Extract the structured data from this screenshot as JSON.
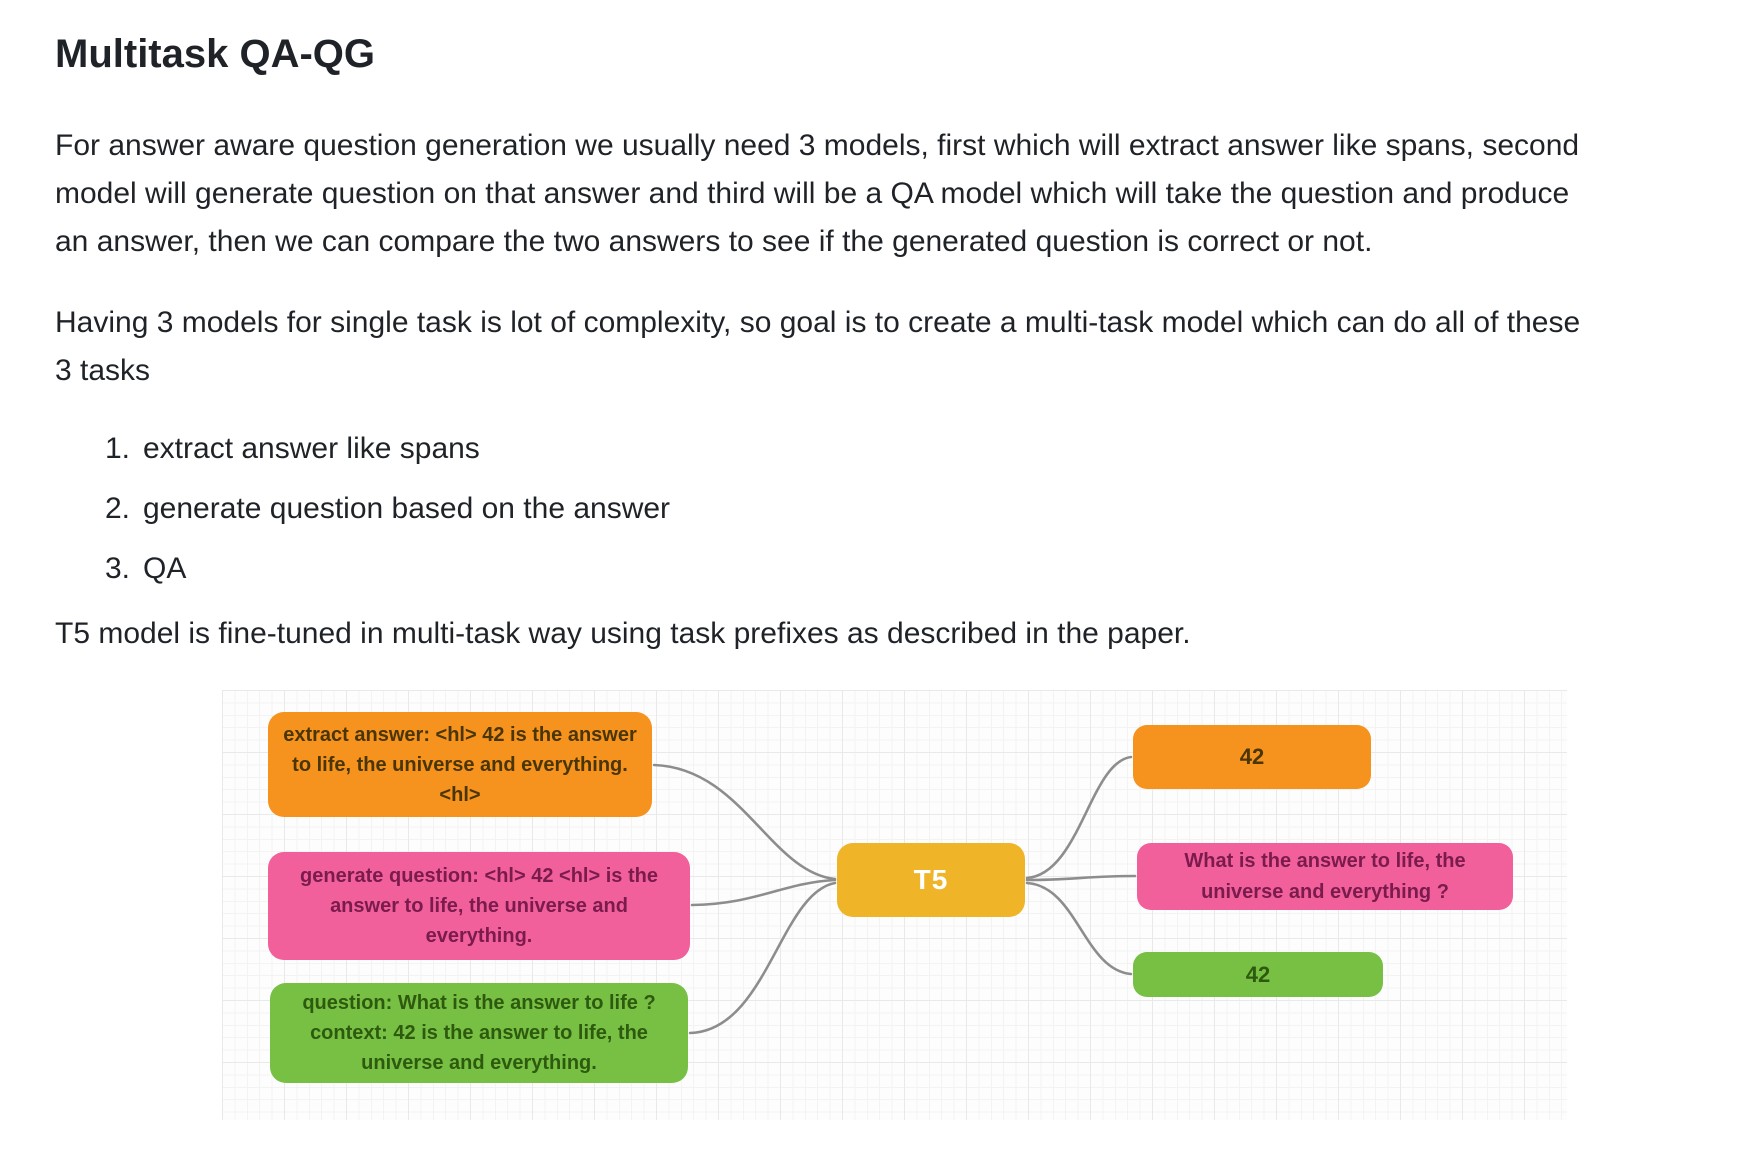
{
  "document": {
    "heading": "Multitask QA-QG",
    "paragraph1": "For answer aware question generation we usually need 3 models, first which will extract answer like spans, second model will generate question on that answer and third will be a QA model which will take the question and produce an answer, then we can compare the two answers to see if the generated question is correct or not.",
    "paragraph2": "Having 3 models for single task is lot of complexity, so goal is to create a multi-task model which can do all of these 3 tasks",
    "list_items": [
      {
        "marker": "1.",
        "label": "extract answer like spans"
      },
      {
        "marker": "2.",
        "label": "generate question based on the answer"
      },
      {
        "marker": "3.",
        "label": "QA"
      }
    ],
    "paragraph3": "T5 model is fine-tuned in multi-task way using task prefixes as described in the paper.",
    "text_color": "#1f2328"
  },
  "diagram": {
    "connector_color": "#8d8d8d",
    "nodes": {
      "input_extract": {
        "text": "extract answer: <hl> 42 is the answer to life, the universe and everything. <hl>",
        "bg": "#f6921e",
        "fg": "#4a3505"
      },
      "input_generate": {
        "text": "generate question: <hl> 42 <hl> is the answer to life, the universe and everything.",
        "bg": "#f2609b",
        "fg": "#7a1b4d"
      },
      "input_qa": {
        "text": "question: What is the answer to life ? context: 42 is the answer to life, the universe and everything.",
        "bg": "#77c043",
        "fg": "#2e5a0f"
      },
      "model": {
        "text": "T5",
        "bg": "#f0b429",
        "fg": "#ffffff"
      },
      "output_answer_span": {
        "text": "42",
        "bg": "#f6921e",
        "fg": "#4a3505"
      },
      "output_question": {
        "text": "What is the answer to life, the universe and everything ?",
        "bg": "#f2609b",
        "fg": "#7a1b4d"
      },
      "output_answer": {
        "text": "42",
        "bg": "#77c043",
        "fg": "#2e5a0f"
      }
    }
  }
}
